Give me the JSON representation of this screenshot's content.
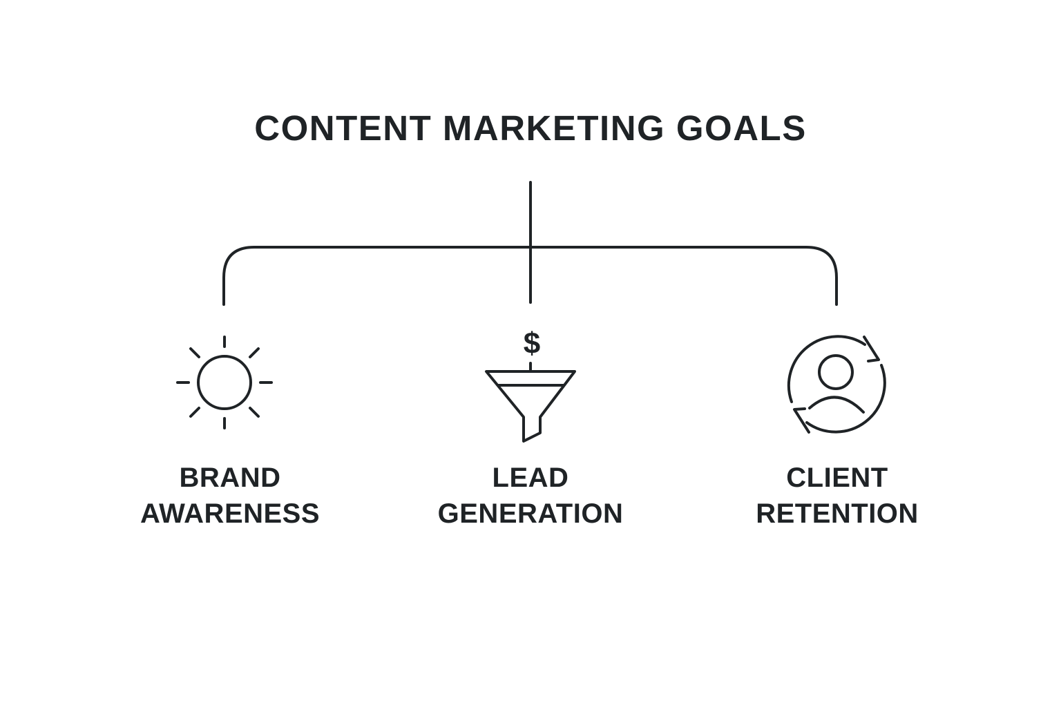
{
  "title": "CONTENT MARKETING GOALS",
  "colors": {
    "ink": "#1f2326",
    "background": "#ffffff"
  },
  "goals": [
    {
      "line1": "BRAND",
      "line2": "AWARENESS",
      "icon": "sun-icon"
    },
    {
      "line1": "LEAD",
      "line2": "GENERATION",
      "icon": "dollar-funnel-icon"
    },
    {
      "line1": "CLIENT",
      "line2": "RETENTION",
      "icon": "user-refresh-icon"
    }
  ],
  "funnel_symbol": "$"
}
